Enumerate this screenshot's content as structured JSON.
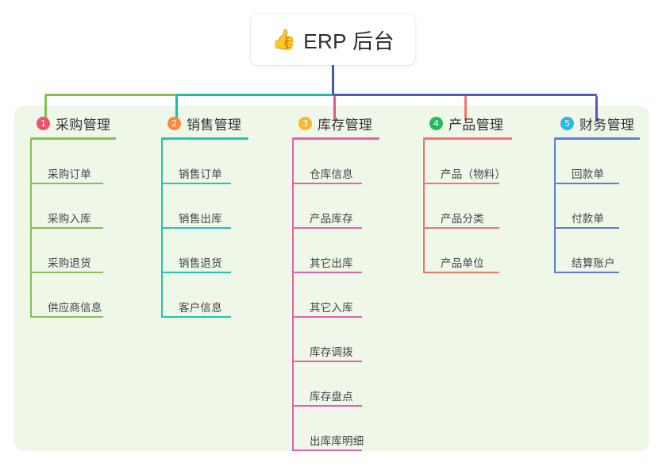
{
  "diagram": {
    "type": "mindmap-tree",
    "panel_color": "#eef7e8",
    "root": {
      "icon": "thumbs-up-icon",
      "icon_glyph": "👍",
      "title": "ERP 后台",
      "stem_color": "#4055c4"
    },
    "connector_bar": {
      "segments": [
        {
          "name": "green-segment",
          "color": "#82c152"
        },
        {
          "name": "teal-segment",
          "color": "#17bfa0"
        },
        {
          "name": "blue-segment",
          "color": "#5258c8"
        }
      ]
    },
    "columns": [
      {
        "number": "1",
        "badge_color": "#f0506e",
        "line_color": "#82c152",
        "stub_color": "#82c152",
        "title": "采购管理",
        "items": [
          "采购订单",
          "采购入库",
          "采购退货",
          "供应商信息"
        ]
      },
      {
        "number": "2",
        "badge_color": "#f58b3c",
        "line_color": "#23c4b0",
        "stub_color": "#17bfa0",
        "title": "销售管理",
        "items": [
          "销售订单",
          "销售出库",
          "销售退货",
          "客户信息"
        ]
      },
      {
        "number": "3",
        "badge_color": "#f7b731",
        "line_color": "#e560ab",
        "stub_color": "#e8509a",
        "title": "库存管理",
        "items": [
          "仓库信息",
          "产品库存",
          "其它出库",
          "其它入库",
          "库存调拨",
          "库存盘点",
          "出库库明细"
        ]
      },
      {
        "number": "4",
        "badge_color": "#22bb5b",
        "line_color": "#f4736b",
        "stub_color": "#f4736b",
        "title": "产品管理",
        "items": [
          "产品（物料）",
          "产品分类",
          "产品单位"
        ]
      },
      {
        "number": "5",
        "badge_color": "#2bb8e8",
        "line_color": "#5b7fd4",
        "stub_color": "#5258c8",
        "title": "财务管理",
        "items": [
          "回款单",
          "付款单",
          "结算账户"
        ]
      }
    ]
  }
}
